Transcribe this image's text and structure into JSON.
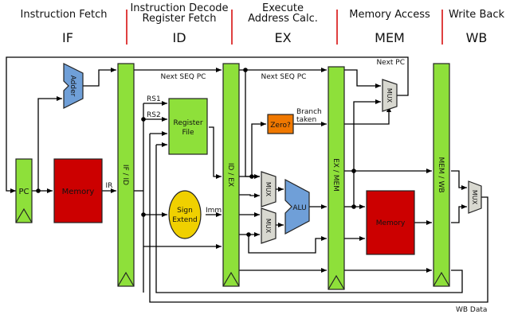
{
  "stages": [
    {
      "title": "Instruction Fetch",
      "abbr": "IF"
    },
    {
      "title_line1": "Instruction Decode",
      "title_line2": "Register Fetch",
      "abbr": "ID"
    },
    {
      "title_line1": "Execute",
      "title_line2": "Address Calc.",
      "abbr": "EX"
    },
    {
      "title": "Memory Access",
      "abbr": "MEM"
    },
    {
      "title": "Write Back",
      "abbr": "WB"
    }
  ],
  "blocks": {
    "pc": "PC",
    "instr_memory": "Memory",
    "adder": "Adder",
    "if_id": "IF / ID",
    "register_file_line1": "Register",
    "register_file_line2": "File",
    "sign_extend_line1": "Sign",
    "sign_extend_line2": "Extend",
    "id_ex": "ID / EX",
    "zero": "Zero?",
    "mux": "MUX",
    "alu": "ALU",
    "ex_mem": "EX / MEM",
    "data_memory": "Memory",
    "mem_wb": "MEM / WB"
  },
  "signals": {
    "ir": "IR",
    "rs1": "RS1",
    "rs2": "RS2",
    "imm": "Imm",
    "next_seq_pc": "Next SEQ PC",
    "next_seq_pc_2": "Next SEQ PC",
    "branch_taken_line1": "Branch",
    "branch_taken_line2": "taken",
    "next_pc": "Next PC",
    "wb_data": "WB Data"
  },
  "colors": {
    "register_green": "#8ee03a",
    "memory_red": "#cc0000",
    "adder_blue": "#6f9fd8",
    "zero_orange": "#f07800",
    "sign_yellow": "#f0d000",
    "mux_gray": "#d8d8d0",
    "divider_red": "#d40000"
  }
}
